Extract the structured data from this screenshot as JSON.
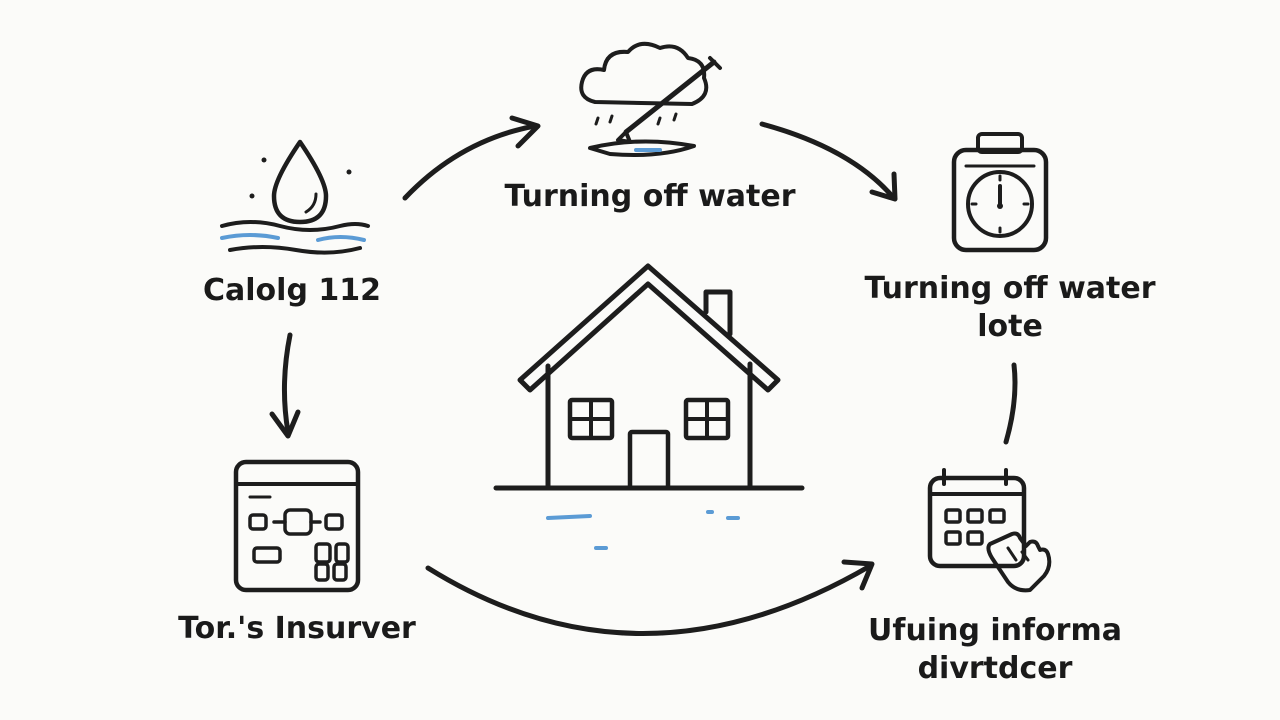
{
  "nodes": {
    "top": {
      "label": "Turning off water"
    },
    "left": {
      "label": "Calolg 112"
    },
    "right": {
      "line1": "Turning off water",
      "line2": "lote"
    },
    "bottom_left": {
      "label": "Tor.'s Insurver"
    },
    "bottom_right": {
      "line1": "Ufuing informa",
      "line2": "divrtdcer"
    }
  },
  "icons": {
    "top": "storm-cloud-shovel-icon",
    "left": "water-drop-icon",
    "right": "water-meter-icon",
    "bottom_left": "browser-window-icon",
    "bottom_right": "calendar-tap-icon",
    "center": "house-icon"
  },
  "colors": {
    "ink": "#1d1d1d",
    "water": "#5b9bd5",
    "background": "#fbfbf9"
  }
}
